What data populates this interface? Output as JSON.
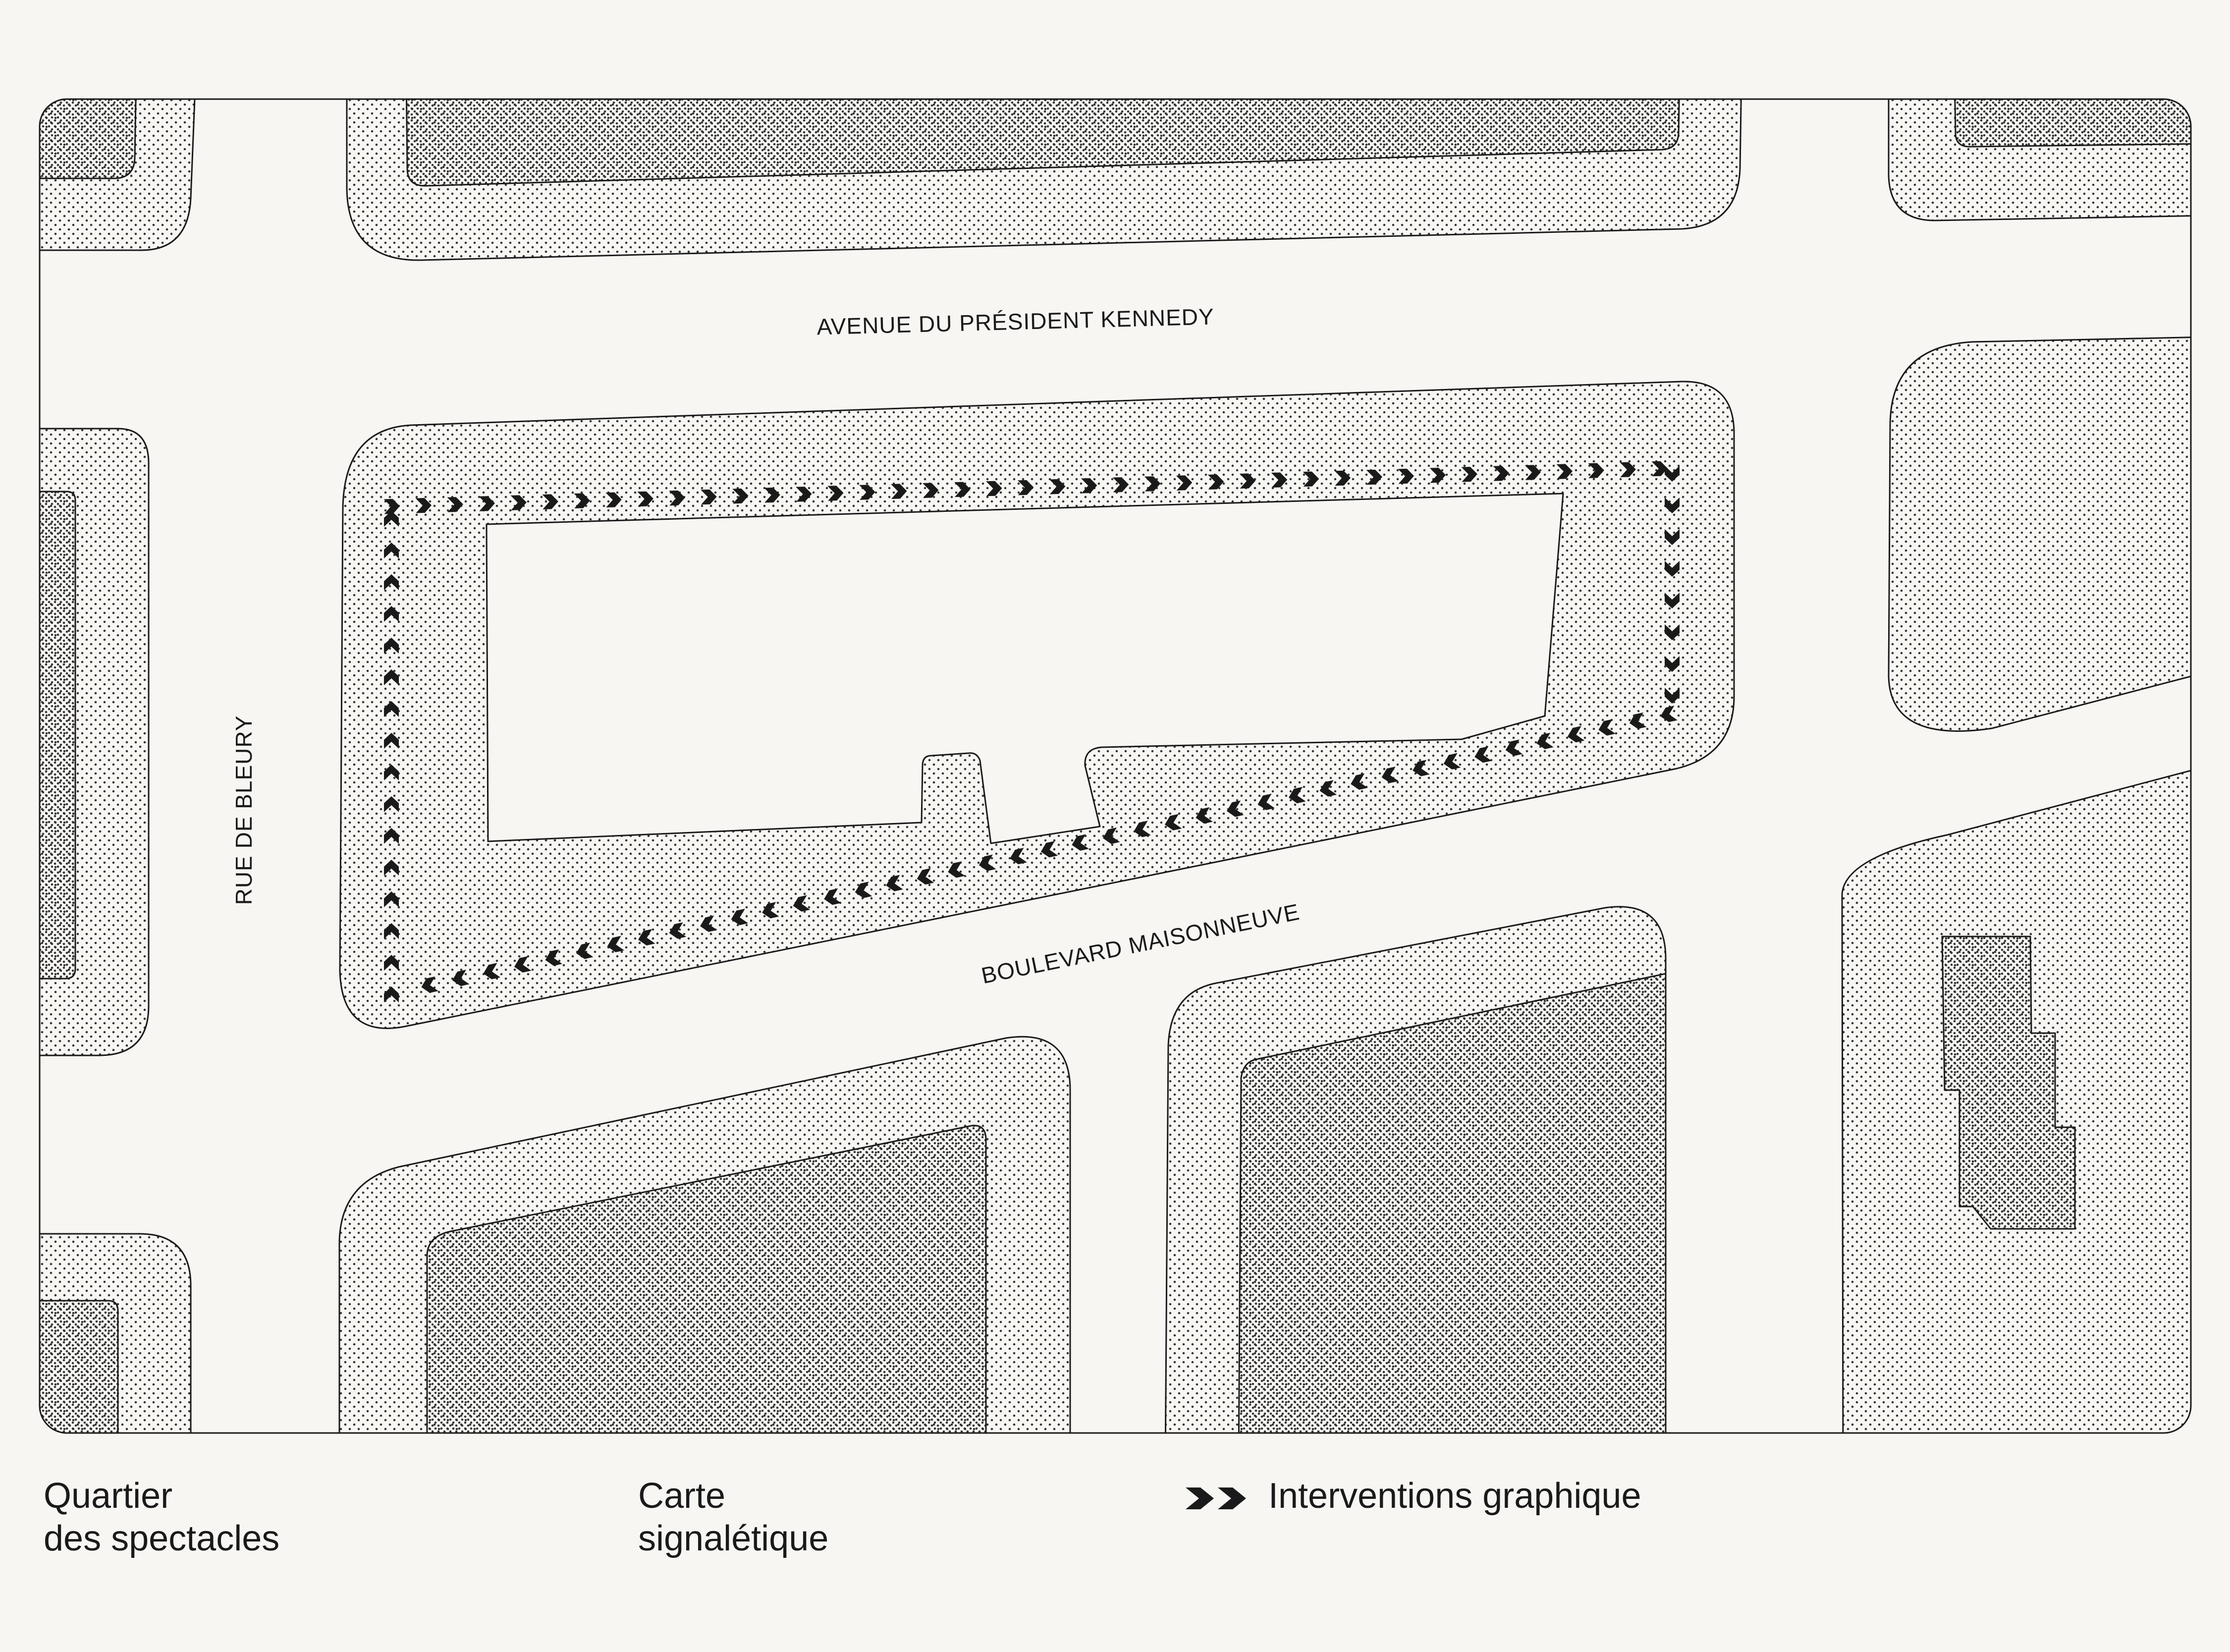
{
  "colors": {
    "background": "#f7f6f3",
    "ink": "#1a1a1a",
    "sidewalk_dots": "#333333"
  },
  "streets": {
    "avenue": "AVENUE DU PRÉSIDENT KENNEDY",
    "boulevard": "BOULEVARD MAISONNEUVE",
    "rue": "RUE DE BLEURY"
  },
  "legend": {
    "quartier_line1": "Quartier",
    "quartier_line2": "des spectacles",
    "carte_line1": "Carte",
    "carte_line2": "signalétique",
    "interventions": "Interventions graphique",
    "interventions_icon": "double-chevron-icon"
  }
}
